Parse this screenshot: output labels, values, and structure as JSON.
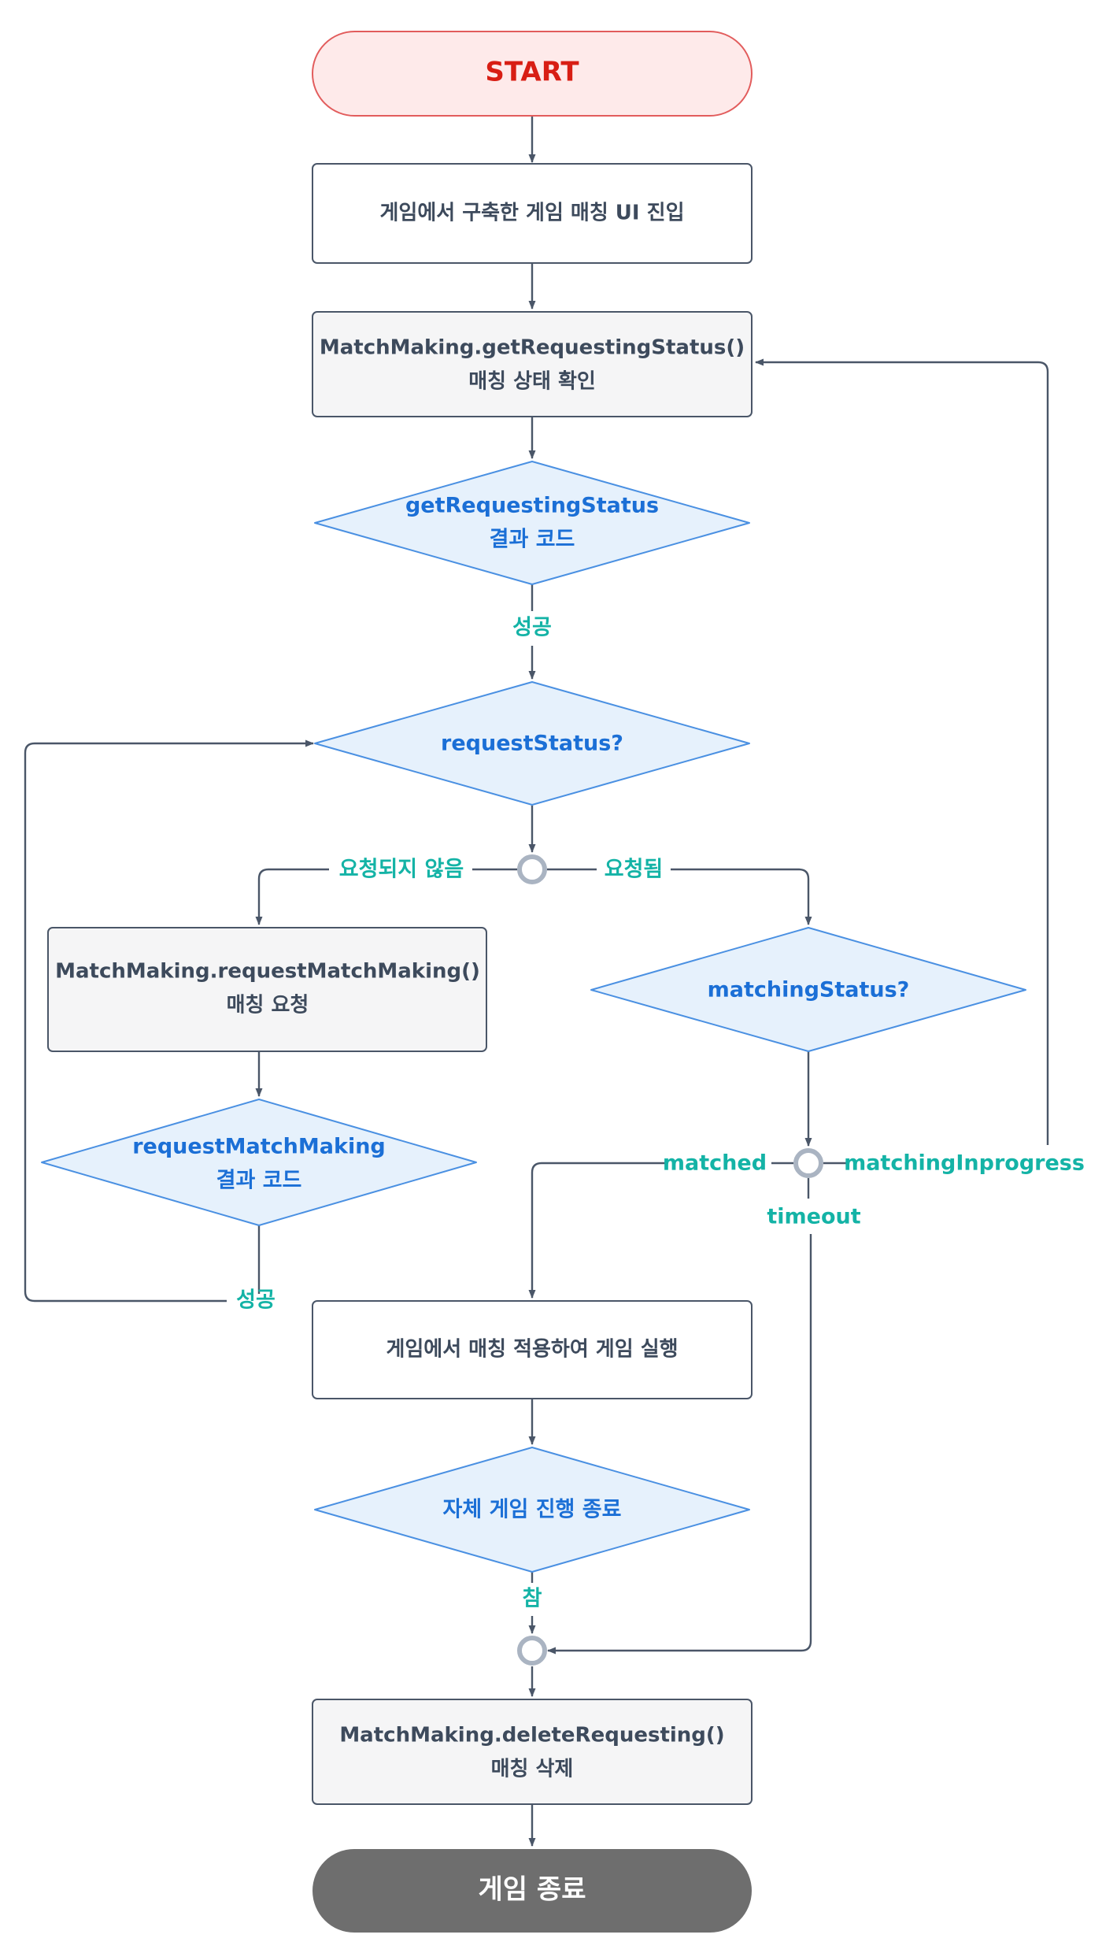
{
  "start": {
    "label": "START"
  },
  "enter_ui": {
    "label": "게임에서 구축한 게임 매칭 UI 진입"
  },
  "get_status": {
    "line1": "MatchMaking.getRequestingStatus()",
    "line2": "매칭 상태 확인"
  },
  "get_status_result": {
    "line1": "getRequestingStatus",
    "line2": "결과 코드"
  },
  "label_success_1": "성공",
  "request_status": {
    "label": "requestStatus?"
  },
  "label_not_requested": "요청되지 않음",
  "label_requested": "요청됨",
  "request_matchmaking": {
    "line1": "MatchMaking.requestMatchMaking()",
    "line2": "매칭 요청"
  },
  "request_matchmaking_result": {
    "line1": "requestMatchMaking",
    "line2": "결과 코드"
  },
  "label_success_2": "성공",
  "matching_status": {
    "label": "matchingStatus?"
  },
  "label_matched": "matched",
  "label_in_progress": "matchingInprogress",
  "label_timeout": "timeout",
  "apply_match": {
    "label": "게임에서 매칭 적용하여 게임 실행"
  },
  "game_end_check": {
    "label": "자체 게임 진행 종료"
  },
  "label_true": "참",
  "delete_request": {
    "line1": "MatchMaking.deleteRequesting()",
    "line2": "매칭 삭제"
  },
  "end": {
    "label": "게임 종료"
  },
  "colors": {
    "start_fill": "#feeaea",
    "start_stroke": "#e25c5c",
    "start_text": "#d81e14",
    "box_stroke": "#4a5668",
    "box_fill_white": "#ffffff",
    "box_fill_gray": "#f5f5f6",
    "decision_fill": "#e6f1fc",
    "decision_stroke": "#4a90e2",
    "decision_text": "#1b6fd6",
    "edge_label": "#14b3a6",
    "end_fill": "#6e6e6e",
    "junction_stroke": "#aab4c2"
  }
}
